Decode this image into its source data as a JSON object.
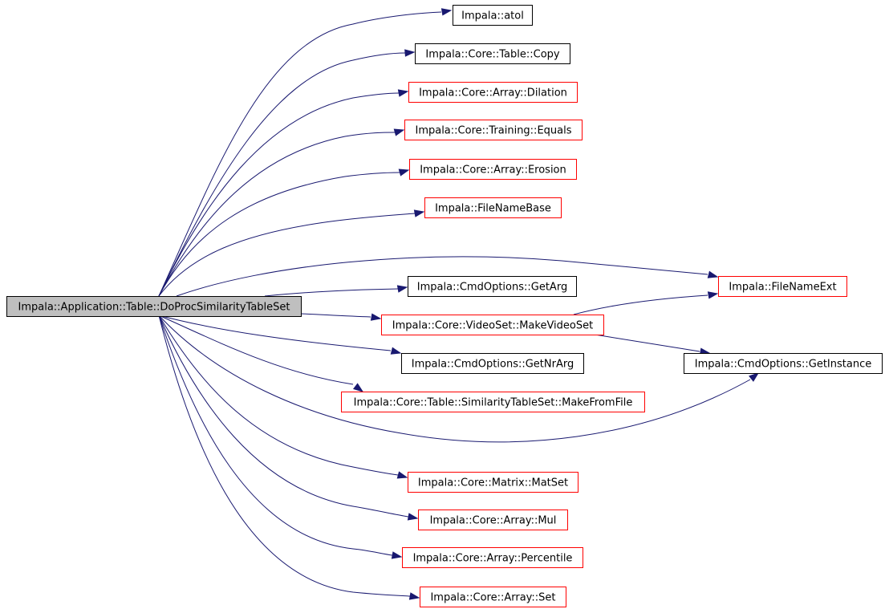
{
  "colors": {
    "edge": "#191970",
    "border_default": "#000000",
    "border_linked": "#ff0000",
    "root_fill": "#bfbfbf",
    "node_fill": "#ffffff"
  },
  "root": {
    "id": "root",
    "label": "Impala::Application::Table::DoProcSimilarityTableSet",
    "style": "root"
  },
  "nodes": [
    {
      "id": "atol",
      "label": "Impala::atol",
      "style": "black"
    },
    {
      "id": "copy",
      "label": "Impala::Core::Table::Copy",
      "style": "black"
    },
    {
      "id": "dilation",
      "label": "Impala::Core::Array::Dilation",
      "style": "red"
    },
    {
      "id": "equals",
      "label": "Impala::Core::Training::Equals",
      "style": "red"
    },
    {
      "id": "erosion",
      "label": "Impala::Core::Array::Erosion",
      "style": "red"
    },
    {
      "id": "filenamebase",
      "label": "Impala::FileNameBase",
      "style": "red"
    },
    {
      "id": "filenameext",
      "label": "Impala::FileNameExt",
      "style": "red"
    },
    {
      "id": "getarg",
      "label": "Impala::CmdOptions::GetArg",
      "style": "black"
    },
    {
      "id": "makevideoset",
      "label": "Impala::Core::VideoSet::MakeVideoSet",
      "style": "red"
    },
    {
      "id": "getnrarg",
      "label": "Impala::CmdOptions::GetNrArg",
      "style": "black"
    },
    {
      "id": "getinstance",
      "label": "Impala::CmdOptions::GetInstance",
      "style": "black"
    },
    {
      "id": "makefromfile",
      "label": "Impala::Core::Table::SimilarityTableSet::MakeFromFile",
      "style": "red"
    },
    {
      "id": "matset",
      "label": "Impala::Core::Matrix::MatSet",
      "style": "red"
    },
    {
      "id": "mul",
      "label": "Impala::Core::Array::Mul",
      "style": "red"
    },
    {
      "id": "percentile",
      "label": "Impala::Core::Array::Percentile",
      "style": "red"
    },
    {
      "id": "set",
      "label": "Impala::Core::Array::Set",
      "style": "red"
    }
  ],
  "edges": [
    {
      "from": "root",
      "to": "atol"
    },
    {
      "from": "root",
      "to": "copy"
    },
    {
      "from": "root",
      "to": "dilation"
    },
    {
      "from": "root",
      "to": "equals"
    },
    {
      "from": "root",
      "to": "erosion"
    },
    {
      "from": "root",
      "to": "filenamebase"
    },
    {
      "from": "root",
      "to": "filenameext"
    },
    {
      "from": "root",
      "to": "getarg"
    },
    {
      "from": "root",
      "to": "makevideoset"
    },
    {
      "from": "root",
      "to": "getnrarg"
    },
    {
      "from": "root",
      "to": "makefromfile"
    },
    {
      "from": "root",
      "to": "getinstance"
    },
    {
      "from": "root",
      "to": "matset"
    },
    {
      "from": "root",
      "to": "mul"
    },
    {
      "from": "root",
      "to": "percentile"
    },
    {
      "from": "root",
      "to": "set"
    },
    {
      "from": "makevideoset",
      "to": "filenameext"
    },
    {
      "from": "makevideoset",
      "to": "getinstance"
    }
  ]
}
